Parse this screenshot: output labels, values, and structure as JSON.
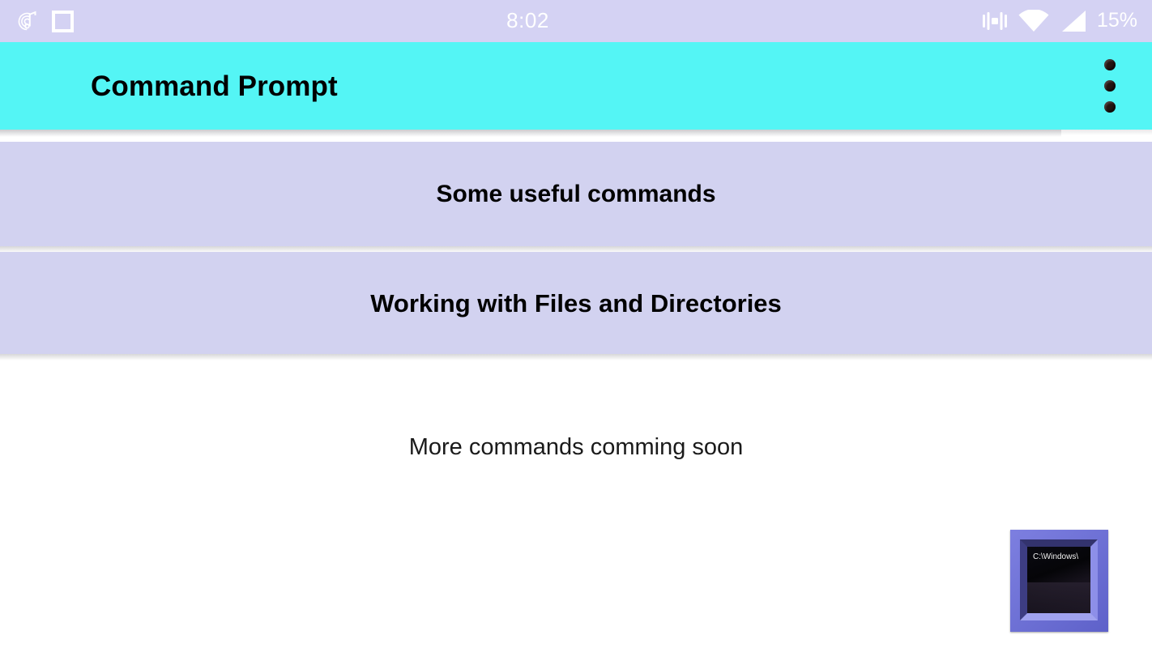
{
  "colors": {
    "status_bar_bg": "#d4d2f3",
    "app_bar_bg": "#54f5f5",
    "card_bg": "#d2d2f0",
    "page_bg": "#ffffff",
    "title_text": "#000000",
    "status_icon": "#ffffff",
    "overflow_dot": "#241410",
    "cmd_icon_frame": "#6f72d6"
  },
  "status_bar": {
    "time": "8:02",
    "battery": "15%",
    "left_icons": [
      {
        "name": "music-note-record-icon"
      },
      {
        "name": "stop-square-icon"
      }
    ],
    "right_icons": [
      {
        "name": "vibrate-icon"
      },
      {
        "name": "wifi-icon"
      },
      {
        "name": "cellular-signal-icon"
      }
    ]
  },
  "app_bar": {
    "title": "Command Prompt",
    "overflow_menu": {
      "name": "overflow-menu",
      "dots": 3
    }
  },
  "main": {
    "cards": [
      {
        "id": "card-1",
        "label": "Some useful commands"
      },
      {
        "id": "card-2",
        "label": "Working with Files and Directories"
      }
    ],
    "footer_note": "More commands comming soon"
  },
  "cmd_icon": {
    "name": "command-prompt-icon",
    "screen_text": "C:\\Windows\\"
  }
}
